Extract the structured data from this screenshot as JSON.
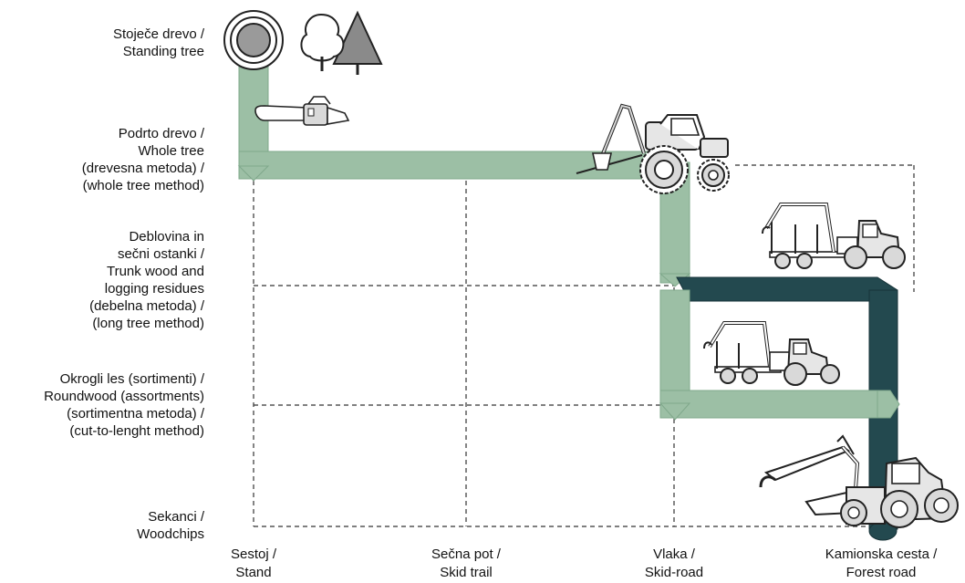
{
  "rows": [
    {
      "id": "standing-tree",
      "lines": [
        "Stoječe drevo /",
        "Standing tree"
      ]
    },
    {
      "id": "whole-tree",
      "lines": [
        "Podrto drevo /",
        "Whole tree",
        "(drevesna metoda) /",
        "(whole tree method)"
      ]
    },
    {
      "id": "trunk-wood",
      "lines": [
        "Deblovina in",
        "sečni ostanki /",
        "Trunk wood and",
        "logging residues",
        "(debelna metoda) /",
        "(long tree method)"
      ]
    },
    {
      "id": "roundwood",
      "lines": [
        "Okrogli les (sortimenti) /",
        "Roundwood (assortments)",
        "(sortimentna metoda) /",
        "(cut-to-lenght method)"
      ]
    },
    {
      "id": "woodchips",
      "lines": [
        "Sekanci /",
        "Woodchips"
      ]
    }
  ],
  "columns": [
    {
      "id": "stand",
      "lines": [
        "Sestoj /",
        "Stand"
      ]
    },
    {
      "id": "skid-trail",
      "lines": [
        "Sečna pot /",
        "Skid trail"
      ]
    },
    {
      "id": "skid-road",
      "lines": [
        "Vlaka /",
        "Skid-road"
      ]
    },
    {
      "id": "forest-road",
      "lines": [
        "Kamionska cesta /",
        "Forest road"
      ]
    }
  ],
  "colors": {
    "light_path": "#9cbfa5",
    "light_path_edge": "#7fa88b",
    "dark_path": "#23494f",
    "dark_path_edge": "#173338",
    "grid": "#333333",
    "icon_fill": "#d9d9d9",
    "icon_stroke": "#222222"
  },
  "icons": [
    "tree-stump-icon",
    "trees-icon",
    "chainsaw-icon",
    "skidder-tractor-icon",
    "forwarder-long-icon",
    "forwarder-short-icon",
    "chipper-truck-icon"
  ]
}
